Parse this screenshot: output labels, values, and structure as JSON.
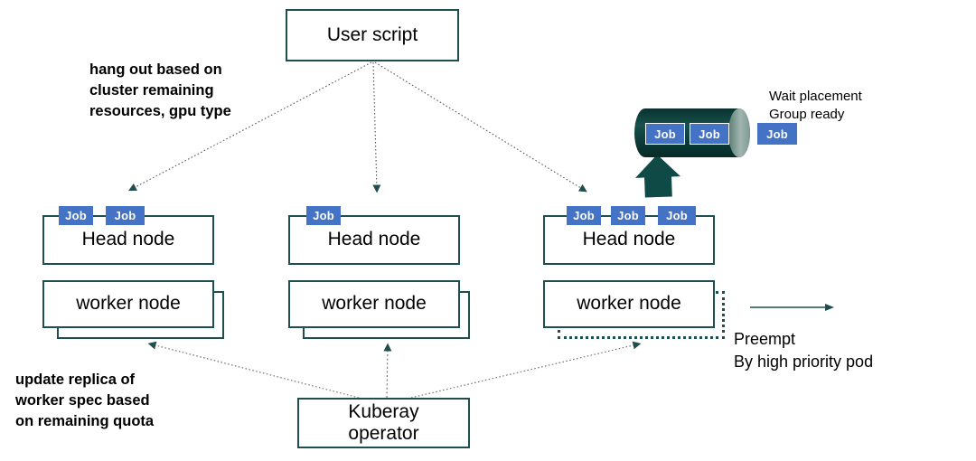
{
  "diagram": {
    "title_node": {
      "label": "User script"
    },
    "operator_node": {
      "label": "Kuberay\noperator"
    },
    "notes": {
      "schedule": "hang out based on\ncluster remaining\nresources, gpu type",
      "update": "update replica of\nworker spec based\non remaining quota",
      "wait": "Wait placement\nGroup ready",
      "preempt": "Preempt\nBy high priority pod"
    },
    "clusters": [
      {
        "id": "cluster-1",
        "head_label": "Head node",
        "worker_label": "worker node",
        "jobs": [
          "Job",
          "Job"
        ],
        "shadow_style": "solid"
      },
      {
        "id": "cluster-2",
        "head_label": "Head node",
        "worker_label": "worker node",
        "jobs": [
          "Job"
        ],
        "shadow_style": "solid"
      },
      {
        "id": "cluster-3",
        "head_label": "Head node",
        "worker_label": "worker node",
        "jobs": [
          "Job",
          "Job",
          "Job"
        ],
        "shadow_style": "dotted"
      }
    ],
    "queue": {
      "jobs_inside": [
        "Job",
        "Job"
      ],
      "jobs_outside": [
        "Job"
      ]
    },
    "colors": {
      "stroke": "#1F4E4E",
      "job_fill": "#4472C4",
      "job_text": "#FFFFFF",
      "cylinder_dark": "#0C3A36",
      "cylinder_cap": "#8FA9A2",
      "arrow_block": "#0F4A46",
      "background": "#FFFFFF"
    }
  }
}
